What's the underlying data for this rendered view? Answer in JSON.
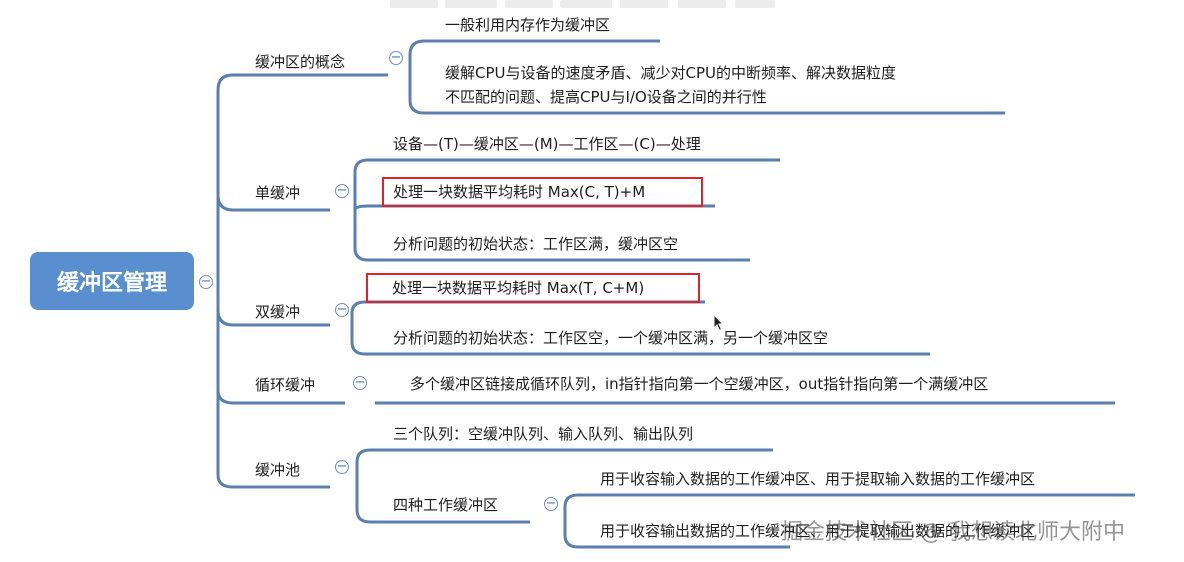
{
  "root": "缓冲区管理",
  "branches": {
    "concept": {
      "label": "缓冲区的概念",
      "items": [
        "一般利用内存作为缓冲区",
        "缓解CPU与设备的速度矛盾、减少对CPU的中断频率、解决数据粒度",
        "不匹配的问题、提高CPU与I/O设备之间的并行性"
      ]
    },
    "single": {
      "label": "单缓冲",
      "items": [
        "设备—(T)—缓冲区—(M)—工作区—(C)—处理",
        "处理一块数据平均耗时 Max(C, T)+M",
        "分析问题的初始状态：工作区满，缓冲区空"
      ]
    },
    "double": {
      "label": "双缓冲",
      "items": [
        "处理一块数据平均耗时 Max(T, C+M)",
        "分析问题的初始状态：工作区空，一个缓冲区满，另一个缓冲区空"
      ]
    },
    "circular": {
      "label": "循环缓冲",
      "items": [
        "多个缓冲区链接成循环队列，in指针指向第一个空缓冲区，out指针指向第一个满缓冲区"
      ]
    },
    "pool": {
      "label": "缓冲池",
      "items": [
        "三个队列：空缓冲队列、输入队列、输出队列"
      ],
      "sub": {
        "label": "四种工作缓冲区",
        "items": [
          "用于收容输入数据的工作缓冲区、用于提取输入数据的工作缓冲区",
          "用于收容输出数据的工作缓冲区、用于提取输出数据的工作缓冲区"
        ]
      }
    }
  },
  "collapse_symbol": "−",
  "watermark": "掘金技术社区 @ 我想读北师大附中"
}
